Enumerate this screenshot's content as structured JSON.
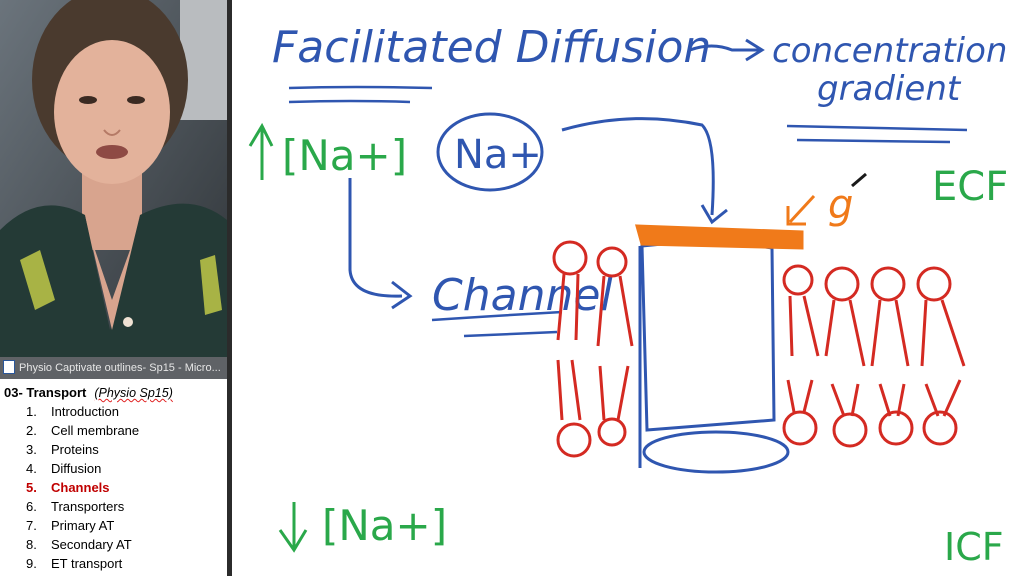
{
  "window": {
    "title": "Physio Captivate outlines- Sp15 - Micro..."
  },
  "outline": {
    "heading_bold": "03- Transport",
    "heading_italic": "(Physio Sp15)",
    "items": [
      {
        "num": "1.",
        "label": "Introduction",
        "active": false
      },
      {
        "num": "2.",
        "label": "Cell membrane",
        "active": false
      },
      {
        "num": "3.",
        "label": "Proteins",
        "active": false
      },
      {
        "num": "4.",
        "label": "Diffusion",
        "active": false
      },
      {
        "num": "5.",
        "label": "Channels",
        "active": true
      },
      {
        "num": "6.",
        "label": "Transporters",
        "active": false
      },
      {
        "num": "7.",
        "label": "Primary AT",
        "active": false
      },
      {
        "num": "8.",
        "label": "Secondary AT",
        "active": false
      },
      {
        "num": "9.",
        "label": "ET transport",
        "active": false
      }
    ]
  },
  "whiteboard": {
    "title": "Facilitated Diffusion",
    "arrow_target": "concentration gradient",
    "arrow_target_line1": "concentration",
    "arrow_target_line2": "gradient",
    "ion": "Na+",
    "high_conc": "[Na+]",
    "low_conc": "[Na+]",
    "channel_label": "Channel",
    "ecf": "ECF",
    "icf": "ICF",
    "gate_label": "g",
    "colors": {
      "blue_ink": "#2f56b0",
      "green_ink": "#2aa84a",
      "red_ink": "#d42a22",
      "orange_ink": "#f07a1a"
    }
  }
}
